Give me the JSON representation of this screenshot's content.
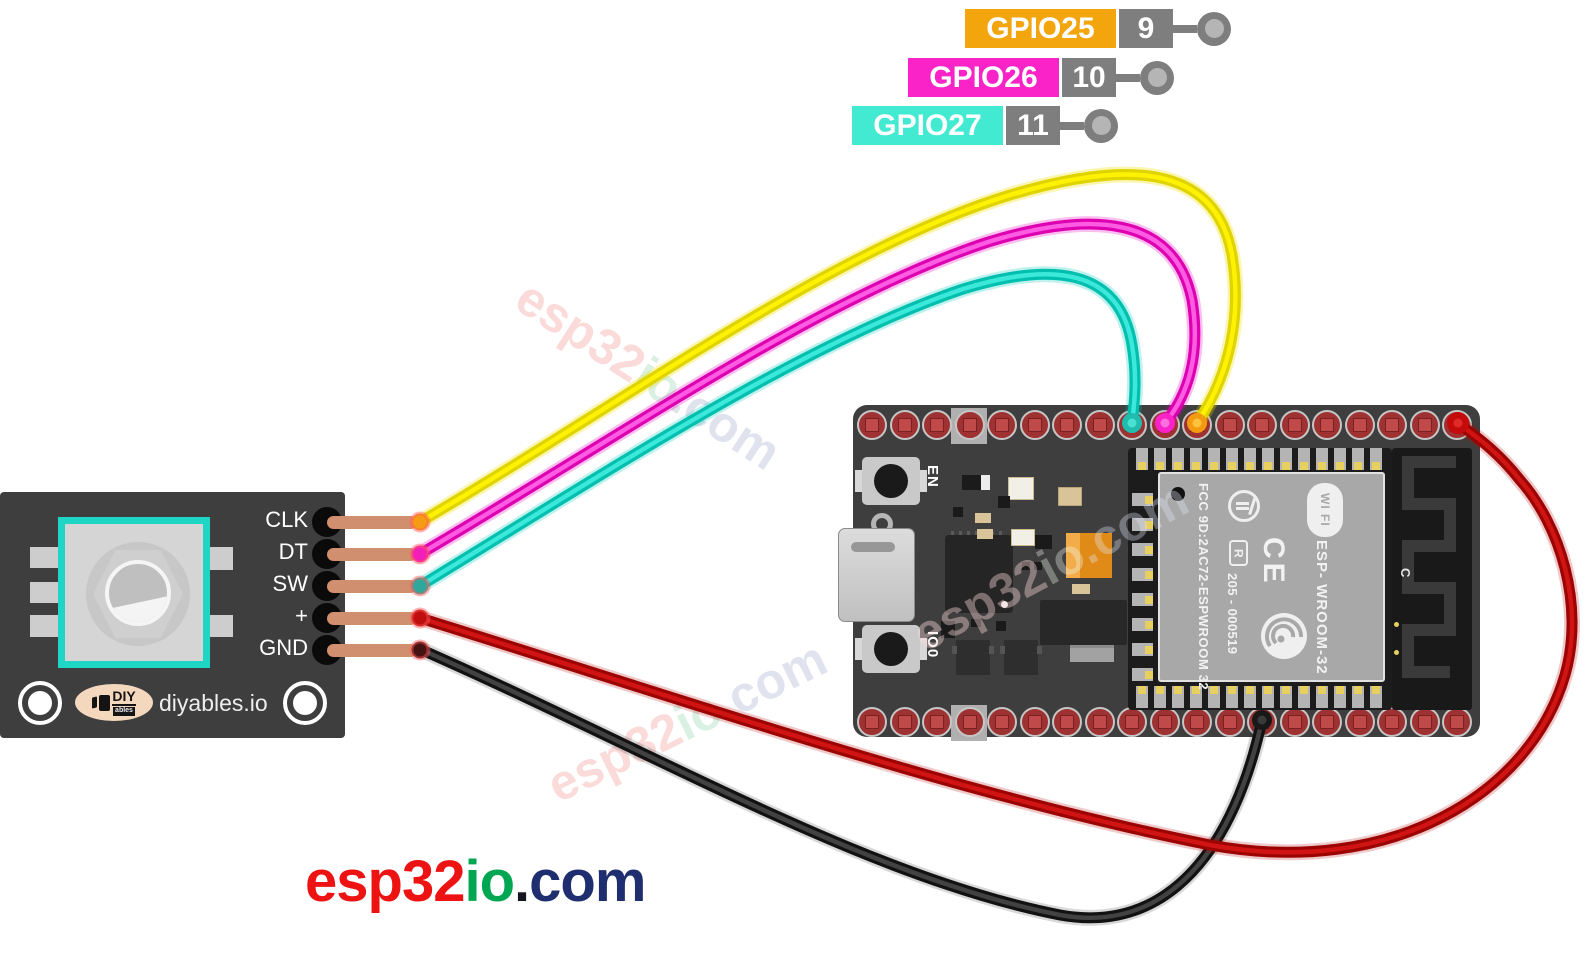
{
  "gpio_labels": [
    {
      "label": "GPIO25",
      "pin_number": "9",
      "color": "#F2A50C"
    },
    {
      "label": "GPIO26",
      "pin_number": "10",
      "color": "#F923C8"
    },
    {
      "label": "GPIO27",
      "pin_number": "11",
      "color": "#41EAD0"
    }
  ],
  "encoder_module": {
    "pin_labels": [
      "CLK",
      "DT",
      "SW",
      "+",
      "GND"
    ],
    "brand_icon": "DIY",
    "brand_icon_sub": "ables",
    "brand_site": "diyables.io"
  },
  "esp32_board": {
    "pins_per_row": 19,
    "en_button_label": "EN",
    "boot_button_label": "IO0",
    "module": {
      "fcc_text": "FCC 9D:2AC72-ESPWROOM 32",
      "registered_mark": "R",
      "serial_number": "205 - 000519",
      "ce_mark": "CE",
      "module_name": "ESP- WROOM-32",
      "wifi_logo_text": "WI FI",
      "antenna_label": "C"
    }
  },
  "wires": [
    {
      "name": "clk-wire",
      "color_hex": "#FFF200",
      "connects": "CLK to GPIO25 (pin 9)"
    },
    {
      "name": "dt-wire",
      "color_hex": "#FF2BD1",
      "connects": "DT to GPIO26 (pin 10)"
    },
    {
      "name": "sw-wire",
      "color_hex": "#14D6C6",
      "connects": "SW to GPIO27 (pin 11)"
    },
    {
      "name": "vcc-wire",
      "color_hex": "#C40A0A",
      "connects": "+ to power pin"
    },
    {
      "name": "gnd-wire",
      "color_hex": "#1C1C1C",
      "connects": "GND to ground pin"
    }
  ],
  "watermark": {
    "text": "esp32io.com"
  },
  "footer_logo": {
    "esp32": "esp32",
    "io": "io",
    "dot": ".",
    "com": "com"
  }
}
